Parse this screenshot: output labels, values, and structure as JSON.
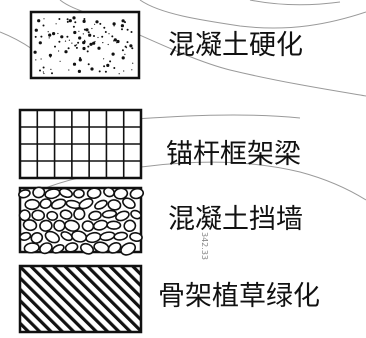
{
  "legend": {
    "items": [
      {
        "id": "concrete-hardening",
        "label": "混凝土硬化",
        "pattern": "speckle-icon"
      },
      {
        "id": "anchor-frame-beam",
        "label": "锚杆框架梁",
        "pattern": "grid-icon"
      },
      {
        "id": "concrete-retaining-wall",
        "label": "混凝土挡墙",
        "pattern": "cobblestone-icon"
      },
      {
        "id": "skeleton-grass-greening",
        "label": "骨架植草绿化",
        "pattern": "diagonal-hatch-icon"
      }
    ]
  },
  "annotation": {
    "elevation": "342.33"
  },
  "colors": {
    "ink": "#111111",
    "contour": "#9a9a9a",
    "annotation": "#888888"
  }
}
